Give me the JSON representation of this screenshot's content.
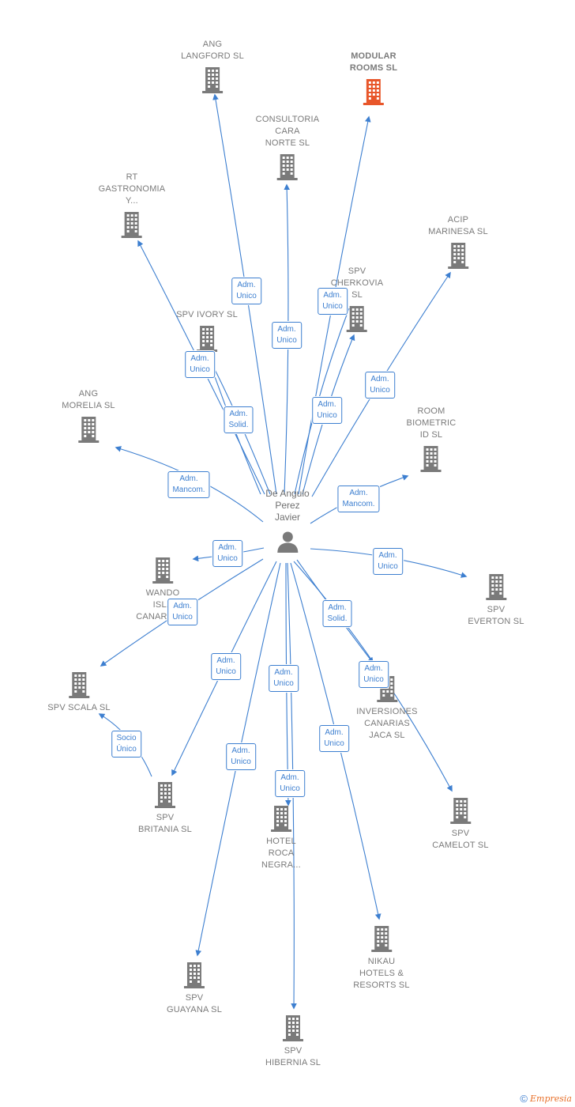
{
  "center": {
    "label": "De Angulo\nPerez\nJavier"
  },
  "colors": {
    "edge": "#3d7fd0",
    "building": "#7a7a7a",
    "highlight": "#e8562a",
    "footer_brand": "#e8702a"
  },
  "nodes": [
    {
      "id": "ang-langford",
      "label": "ANG\nLANGFORD  SL",
      "highlight": false
    },
    {
      "id": "modular-rooms",
      "label": "MODULAR\nROOMS  SL",
      "highlight": true
    },
    {
      "id": "consultoria-cara-norte",
      "label": "CONSULTORIA\nCARA\nNORTE  SL",
      "highlight": false
    },
    {
      "id": "rt-gastronomia",
      "label": "RT\nGASTRONOMIA\nY...",
      "highlight": false
    },
    {
      "id": "acip-marinesa",
      "label": "ACIP\nMARINESA  SL",
      "highlight": false
    },
    {
      "id": "spv-cherkovia",
      "label": "SPV\nCHERKOVIA\nSL",
      "highlight": false
    },
    {
      "id": "spv-ivory",
      "label": "SPV IVORY  SL",
      "highlight": false
    },
    {
      "id": "ang-morelia",
      "label": "ANG\nMORELIA  SL",
      "highlight": false
    },
    {
      "id": "room-biometric",
      "label": "ROOM\nBIOMETRIC\nID  SL",
      "highlight": false
    },
    {
      "id": "wando-isla",
      "label": "WANDO\nISLA\nCANARIAS...",
      "highlight": false
    },
    {
      "id": "spv-everton",
      "label": "SPV\nEVERTON  SL",
      "highlight": false
    },
    {
      "id": "spv-scala",
      "label": "SPV SCALA  SL",
      "highlight": false
    },
    {
      "id": "inversiones-canarias",
      "label": "INVERSIONES\nCANARIAS\nJACA  SL",
      "highlight": false
    },
    {
      "id": "spv-britania",
      "label": "SPV\nBRITANIA  SL",
      "highlight": false
    },
    {
      "id": "hotel-roca-negra",
      "label": "HOTEL\nROCA\nNEGRA...",
      "highlight": false
    },
    {
      "id": "spv-camelot",
      "label": "SPV\nCAMELOT  SL",
      "highlight": false
    },
    {
      "id": "nikau-hotels",
      "label": "NIKAU\nHOTELS &\nRESORTS  SL",
      "highlight": false
    },
    {
      "id": "spv-guayana",
      "label": "SPV\nGUAYANA  SL",
      "highlight": false
    },
    {
      "id": "spv-hibernia",
      "label": "SPV\nHIBERNIA  SL",
      "highlight": false
    }
  ],
  "badges": [
    {
      "id": "b-ang-langford",
      "label": "Adm.\nUnico"
    },
    {
      "id": "b-consultoria",
      "label": "Adm.\nUnico"
    },
    {
      "id": "b-modular",
      "label": "Adm.\nUnico"
    },
    {
      "id": "b-rt",
      "label": "Adm.\nUnico"
    },
    {
      "id": "b-ivory",
      "label": "Adm.\nSolid."
    },
    {
      "id": "b-cherkovia",
      "label": "Adm.\nUnico"
    },
    {
      "id": "b-acip",
      "label": "Adm.\nUnico"
    },
    {
      "id": "b-morelia",
      "label": "Adm.\nMancom."
    },
    {
      "id": "b-room",
      "label": "Adm.\nMancom."
    },
    {
      "id": "b-wando",
      "label": "Adm.\nUnico"
    },
    {
      "id": "b-everton",
      "label": "Adm.\nUnico"
    },
    {
      "id": "b-scala",
      "label": "Adm.\nUnico"
    },
    {
      "id": "b-inversiones-solid",
      "label": "Adm.\nSolid."
    },
    {
      "id": "b-britania",
      "label": "Adm.\nUnico"
    },
    {
      "id": "b-hotel",
      "label": "Adm.\nUnico"
    },
    {
      "id": "b-camelot",
      "label": "Adm.\nUnico"
    },
    {
      "id": "b-socio",
      "label": "Socio\nÚnico"
    },
    {
      "id": "b-guayana",
      "label": "Adm.\nUnico"
    },
    {
      "id": "b-nikau",
      "label": "Adm.\nUnico"
    },
    {
      "id": "b-hibernia",
      "label": "Adm.\nUnico"
    }
  ],
  "footer": {
    "copyright": "©",
    "brand": "Empresia"
  }
}
